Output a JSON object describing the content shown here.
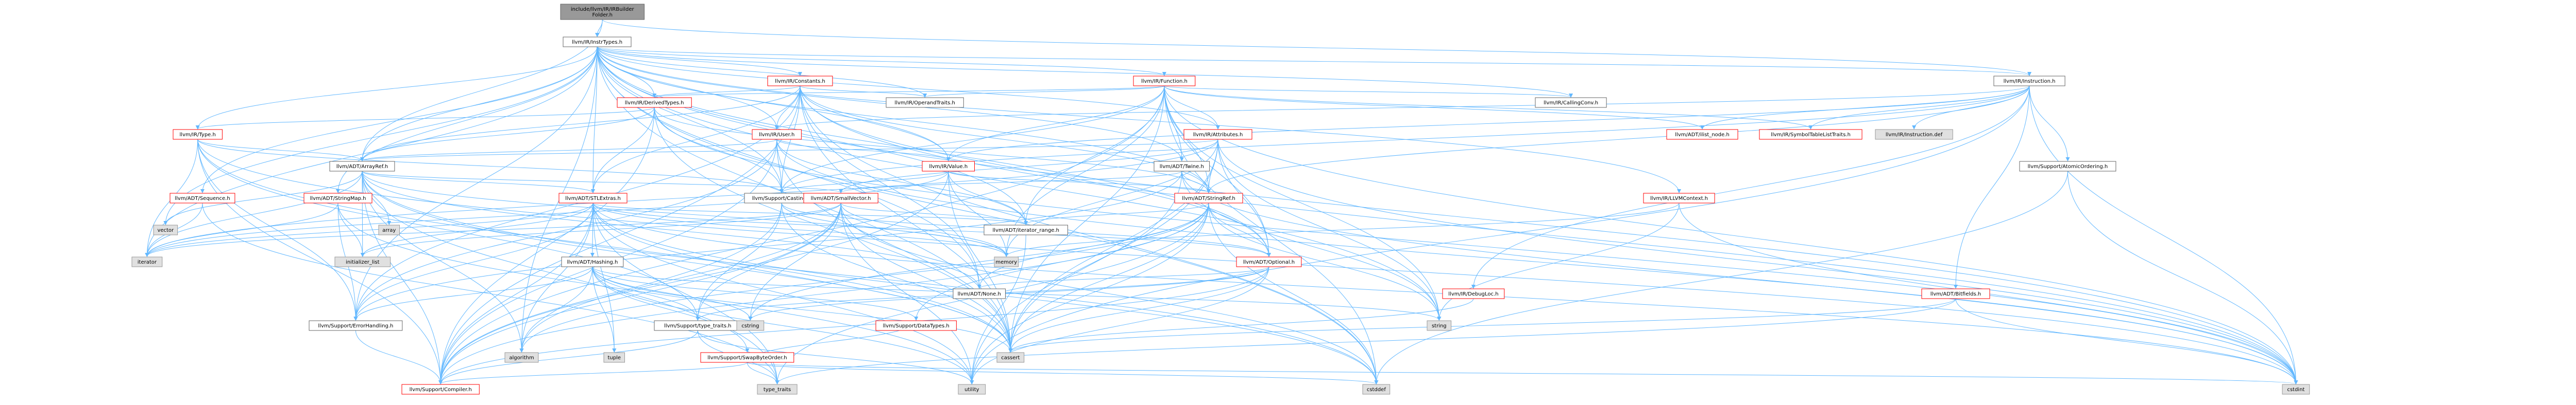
{
  "colors": {
    "edge": "#63b8ff",
    "root_fill": "#999999",
    "red_border": "#ff0000",
    "gray_fill": "#e0e0e0",
    "gray_border": "#999999",
    "white_fill": "#ffffff",
    "text": "#000000"
  },
  "nodes": [
    {
      "id": "root",
      "label": "include/llvm/IR/IRBuilder\nFolder.h",
      "style": "root"
    },
    {
      "id": "insttypes",
      "label": "llvm/IR/InstrTypes.h",
      "style": "plain"
    },
    {
      "id": "instruction",
      "label": "llvm/IR/Instruction.h",
      "style": "plain"
    },
    {
      "id": "constants",
      "label": "llvm/IR/Constants.h",
      "style": "red"
    },
    {
      "id": "function",
      "label": "llvm/IR/Function.h",
      "style": "red"
    },
    {
      "id": "derivedtypes",
      "label": "llvm/IR/DerivedTypes.h",
      "style": "red"
    },
    {
      "id": "operandtraits",
      "label": "llvm/IR/OperandTraits.h",
      "style": "plain"
    },
    {
      "id": "callingconv",
      "label": "llvm/IR/CallingConv.h",
      "style": "plain"
    },
    {
      "id": "user",
      "label": "llvm/IR/User.h",
      "style": "red"
    },
    {
      "id": "irtype",
      "label": "llvm/IR/Type.h",
      "style": "red"
    },
    {
      "id": "attributes",
      "label": "llvm/IR/Attributes.h",
      "style": "red"
    },
    {
      "id": "twine",
      "label": "llvm/ADT/Twine.h",
      "style": "plain"
    },
    {
      "id": "ilistnode",
      "label": "llvm/ADT/ilist_node.h",
      "style": "red"
    },
    {
      "id": "symtab",
      "label": "llvm/IR/SymbolTableListTraits.h",
      "style": "red"
    },
    {
      "id": "instrdef",
      "label": "llvm/IR/Instruction.def",
      "style": "gray"
    },
    {
      "id": "atomicord",
      "label": "llvm/Support/AtomicOrdering.h",
      "style": "plain"
    },
    {
      "id": "value",
      "label": "llvm/IR/Value.h",
      "style": "red"
    },
    {
      "id": "arrayref",
      "label": "llvm/ADT/ArrayRef.h",
      "style": "plain"
    },
    {
      "id": "stringmap",
      "label": "llvm/ADT/StringMap.h",
      "style": "red"
    },
    {
      "id": "sequence",
      "label": "llvm/ADT/Sequence.h",
      "style": "red"
    },
    {
      "id": "stlextras",
      "label": "llvm/ADT/STLExtras.h",
      "style": "red"
    },
    {
      "id": "casting",
      "label": "llvm/Support/Casting.h",
      "style": "plain"
    },
    {
      "id": "smallvector",
      "label": "llvm/ADT/SmallVector.h",
      "style": "red"
    },
    {
      "id": "stringref",
      "label": "llvm/ADT/StringRef.h",
      "style": "red"
    },
    {
      "id": "llvmcontext",
      "label": "llvm/IR/LLVMContext.h",
      "style": "red"
    },
    {
      "id": "iterrange",
      "label": "llvm/ADT/iterator_range.h",
      "style": "plain"
    },
    {
      "id": "optional",
      "label": "llvm/ADT/Optional.h",
      "style": "red"
    },
    {
      "id": "hashing",
      "label": "llvm/ADT/Hashing.h",
      "style": "plain"
    },
    {
      "id": "none",
      "label": "llvm/ADT/None.h",
      "style": "plain"
    },
    {
      "id": "debugloc",
      "label": "llvm/IR/DebugLoc.h",
      "style": "red"
    },
    {
      "id": "bitfields",
      "label": "llvm/ADT/Bitfields.h",
      "style": "red"
    },
    {
      "id": "errorhandling",
      "label": "llvm/Support/ErrorHandling.h",
      "style": "plain"
    },
    {
      "id": "typetraits_h",
      "label": "llvm/Support/type_traits.h",
      "style": "plain"
    },
    {
      "id": "swapbyte",
      "label": "llvm/Support/SwapByteOrder.h",
      "style": "red"
    },
    {
      "id": "datatypes",
      "label": "llvm/Support/DataTypes.h",
      "style": "red"
    },
    {
      "id": "compiler",
      "label": "llvm/Support/Compiler.h",
      "style": "red"
    },
    {
      "id": "vector",
      "label": "vector",
      "style": "gray"
    },
    {
      "id": "iterator",
      "label": "iterator",
      "style": "gray"
    },
    {
      "id": "array",
      "label": "array",
      "style": "gray"
    },
    {
      "id": "initlist",
      "label": "initializer_list",
      "style": "gray"
    },
    {
      "id": "memory",
      "label": "memory",
      "style": "gray"
    },
    {
      "id": "algorithm",
      "label": "algorithm",
      "style": "gray"
    },
    {
      "id": "tuple",
      "label": "tuple",
      "style": "gray"
    },
    {
      "id": "cstring",
      "label": "cstring",
      "style": "gray"
    },
    {
      "id": "cassert",
      "label": "cassert",
      "style": "gray"
    },
    {
      "id": "string",
      "label": "string",
      "style": "gray"
    },
    {
      "id": "typetraits",
      "label": "type_traits",
      "style": "gray"
    },
    {
      "id": "utility",
      "label": "utility",
      "style": "gray"
    },
    {
      "id": "cstddef",
      "label": "cstddef",
      "style": "gray"
    },
    {
      "id": "cstdint",
      "label": "cstdint",
      "style": "gray"
    }
  ]
}
